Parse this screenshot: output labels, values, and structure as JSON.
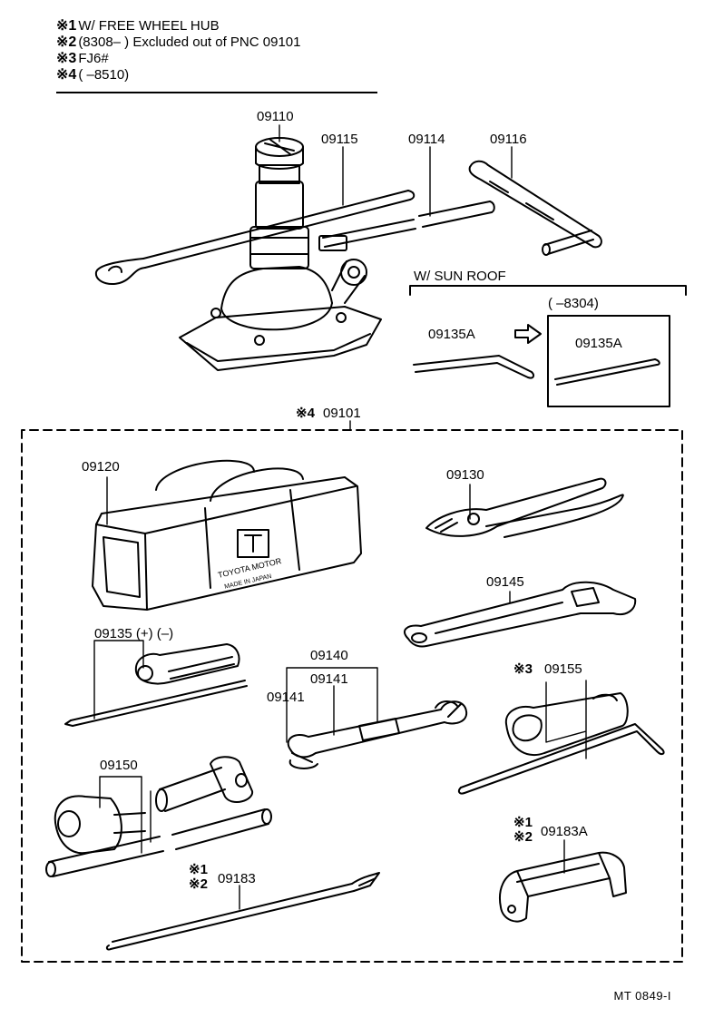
{
  "notes": [
    {
      "mark": "※",
      "num": "1",
      "text": "W/ FREE WHEEL HUB"
    },
    {
      "mark": "※",
      "num": "2",
      "text": "(8308–        ) Excluded out of PNC 09101"
    },
    {
      "mark": "※",
      "num": "3",
      "text": "FJ6#"
    },
    {
      "mark": "※",
      "num": "4",
      "text": "(          –8510)"
    }
  ],
  "labels": {
    "p09110": "09110",
    "p09115": "09115",
    "p09114": "09114",
    "p09116": "09116",
    "sunroof": "W/ SUN  ROOF",
    "range8304": "(          –8304)",
    "p09135a_left": "09135A",
    "p09135a_right": "09135A",
    "kit_mark": "※4",
    "kit_num": "09101",
    "p09120": "09120",
    "p09130": "09130",
    "p09145": "09145",
    "p09135": "09135 (+) (–)",
    "p09140": "09140",
    "p09141a": "09141",
    "p09141b": "09141",
    "p09155_mark": "※3",
    "p09155": "09155",
    "p09150": "09150",
    "p09183a_mark1": "※1",
    "p09183a_mark2": "※2",
    "p09183a": "09183A",
    "p09183_mark1": "※1",
    "p09183_mark2": "※2",
    "p09183": "09183",
    "bag_line1": "TOYOTA MOTOR",
    "bag_line2": "MADE IN JAPAN"
  },
  "footer": "MT  0849-I",
  "icons": [
    "jack",
    "jack-handle",
    "extension-bar",
    "crank-handle",
    "tool-bag",
    "pliers",
    "adjustable-wrench",
    "screwdriver",
    "open-end-wrench",
    "wheel-nut-wrench",
    "plug-wrench",
    "wheel-cap-remover",
    "hub-nut-wrench",
    "arrow-right-icon"
  ]
}
